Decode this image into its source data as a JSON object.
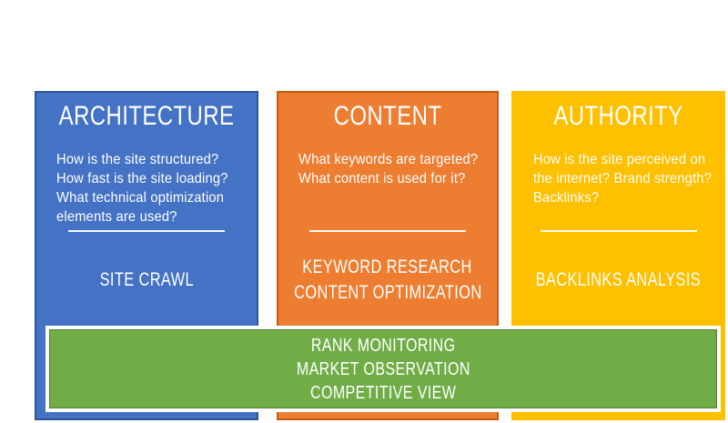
{
  "canvas": {
    "background": "#FFFFFF",
    "text_color": "#FFFFFF"
  },
  "columns": [
    {
      "id": "architecture",
      "title": "ARCHITECTURE",
      "description_lines": [
        "How is the site structured?",
        "How fast is the site loading?",
        "What technical optimization",
        "elements are used?"
      ],
      "tools": [
        "SITE CRAWL"
      ],
      "fill": "#4472C4",
      "border": "#2F5597"
    },
    {
      "id": "content",
      "title": "CONTENT",
      "description_lines": [
        "What keywords are targeted?",
        "What content is used for it?"
      ],
      "tools": [
        "KEYWORD RESEARCH",
        "CONTENT OPTIMIZATION"
      ],
      "fill": "#ED7D31",
      "border": "#C55A11"
    },
    {
      "id": "authority",
      "title": "AUTHORITY",
      "description_lines": [
        "How is the site perceived on",
        "the internet? Brand strength?",
        "Backlinks?"
      ],
      "tools": [
        "BACKLINKS ANALYSIS"
      ],
      "fill": "#FFC000",
      "border": "#FFC000"
    }
  ],
  "bottom_bar": {
    "lines": [
      "RANK MONITORING",
      "MARKET OBSERVATION",
      "COMPETITIVE VIEW"
    ],
    "fill": "#70AD47",
    "border": "#538135",
    "outline": "#FFFFFF"
  }
}
